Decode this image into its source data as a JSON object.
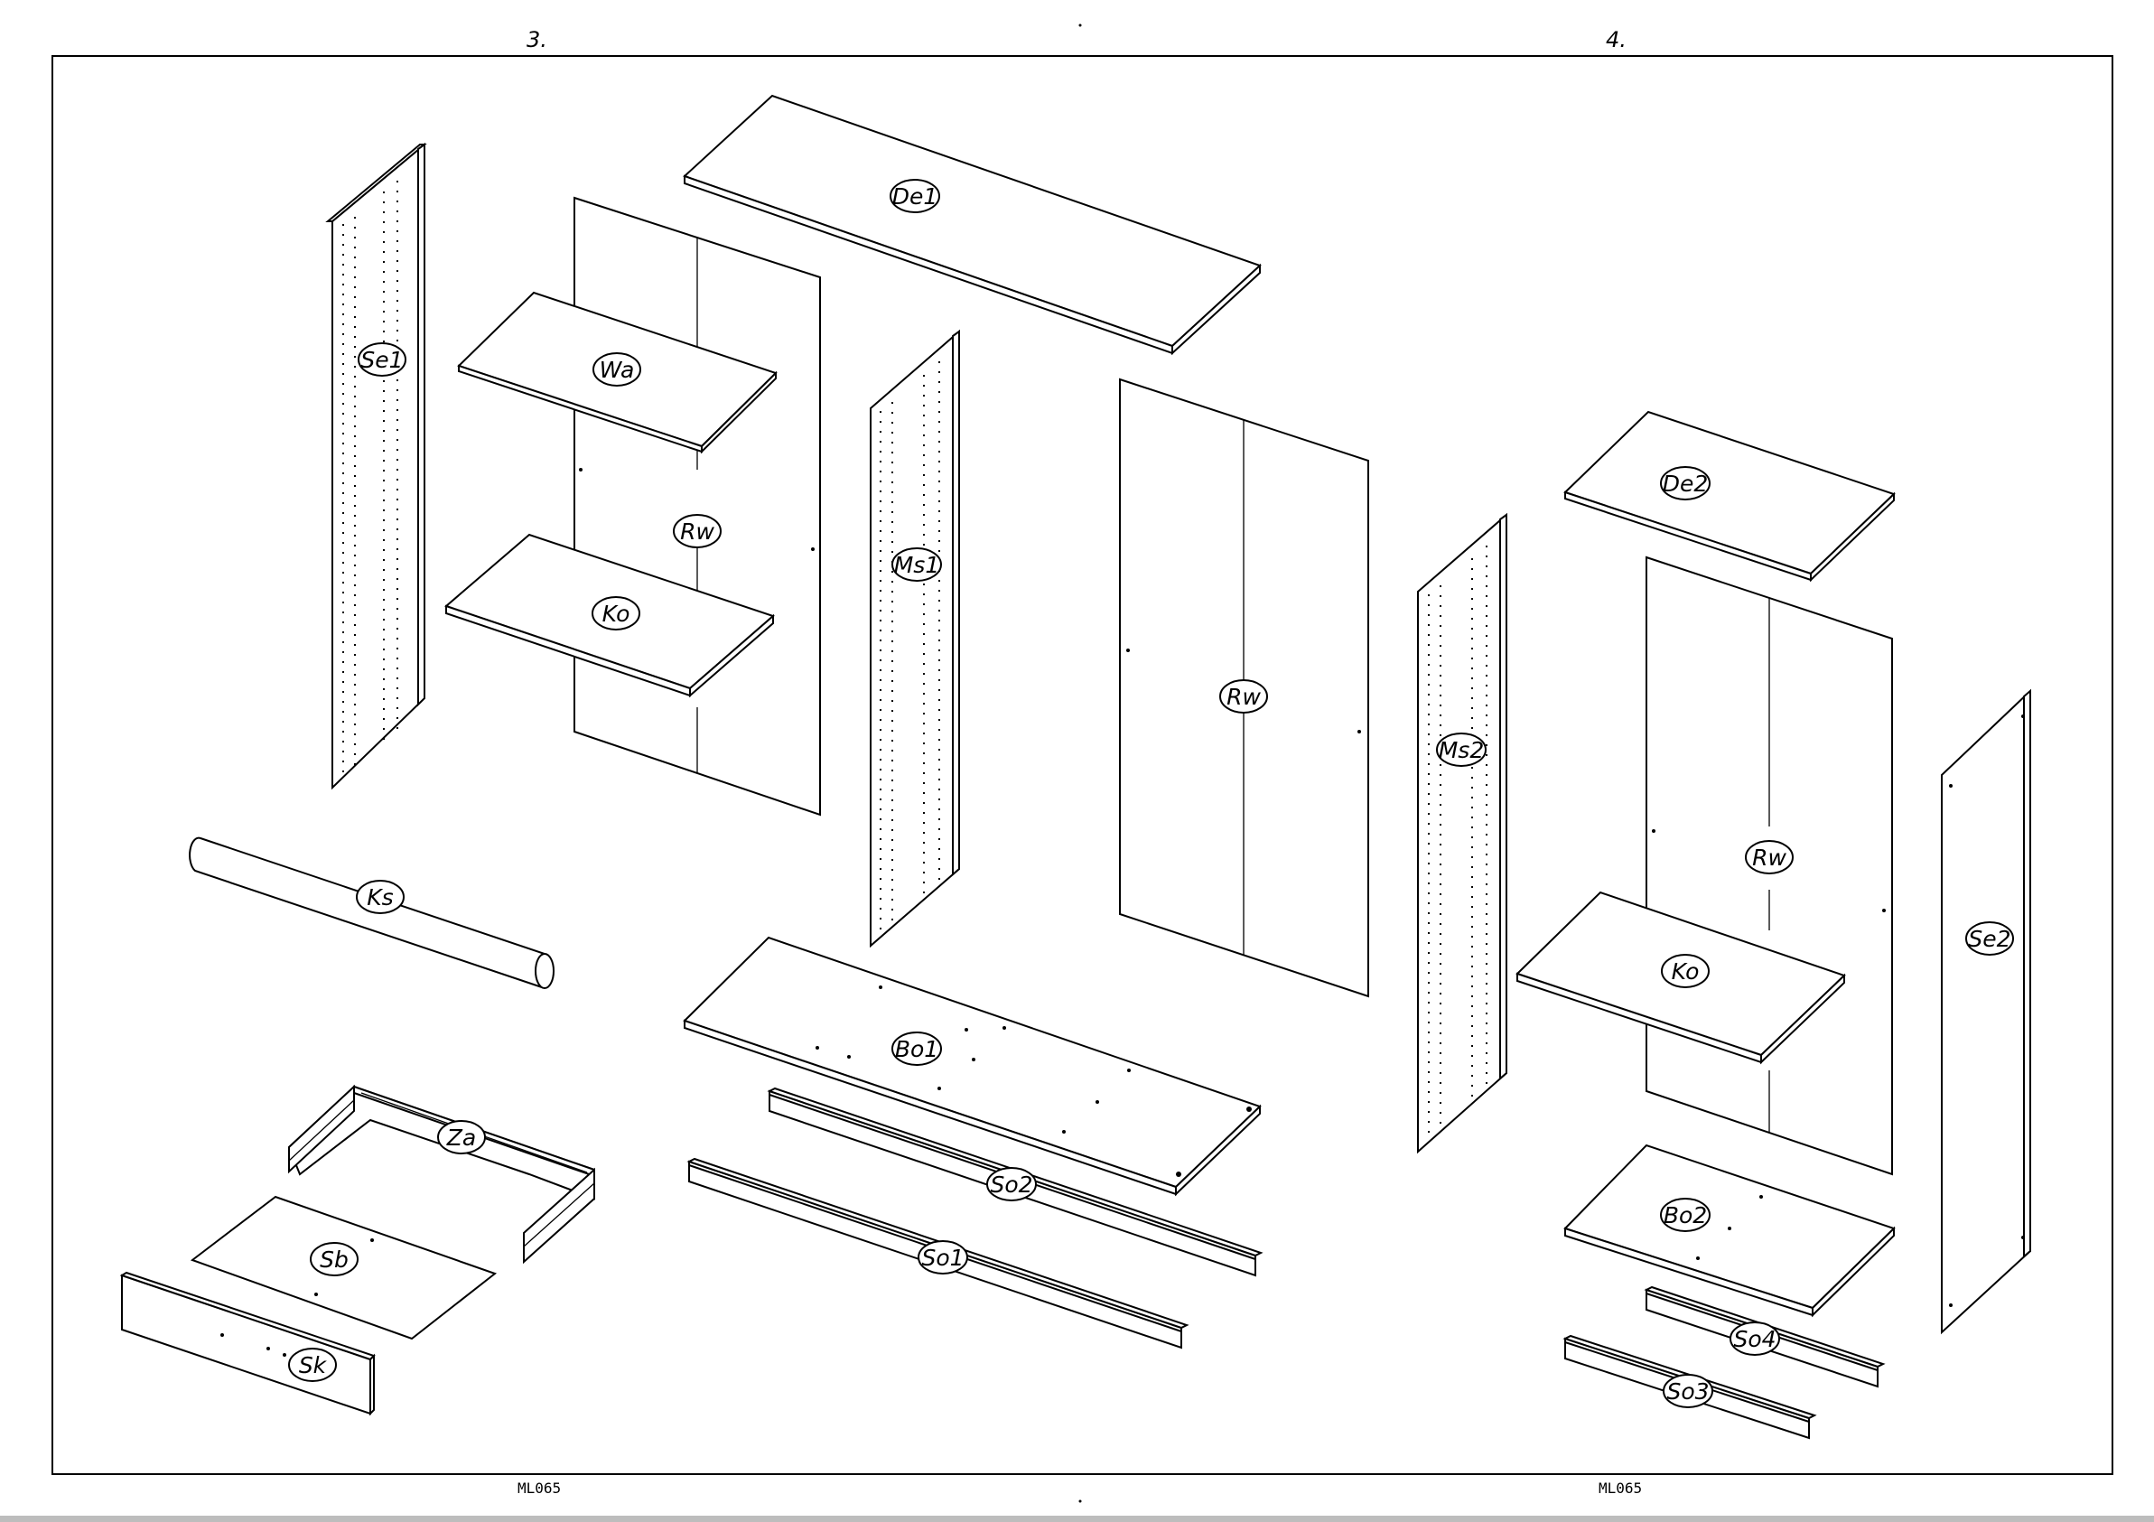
{
  "pages": [
    {
      "number": "3.",
      "code": "ML065"
    },
    {
      "number": "4.",
      "code": "ML065"
    }
  ],
  "parts": {
    "se1": "Se1",
    "wa": "Wa",
    "rw_left": "Rw",
    "ko_left": "Ko",
    "de1": "De1",
    "ms1": "Ms1",
    "rw_center": "Rw",
    "de2": "De2",
    "ms2": "Ms2",
    "rw_right": "Rw",
    "ks": "Ks",
    "ko_right": "Ko",
    "se2": "Se2",
    "bo1": "Bo1",
    "za": "Za",
    "so2": "So2",
    "so1": "So1",
    "sb": "Sb",
    "sk": "Sk",
    "bo2": "Bo2",
    "so4": "So4",
    "so3": "So3"
  }
}
